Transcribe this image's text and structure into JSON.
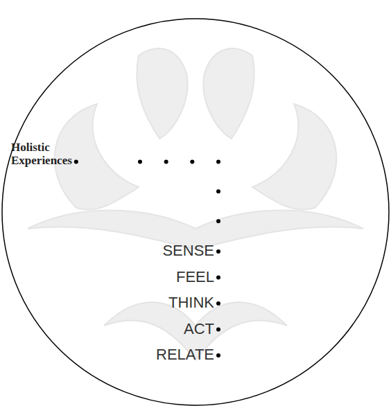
{
  "diagram": {
    "labels": [
      "Holistic Experiences",
      "SENSE",
      "FEEL",
      "THINK",
      "ACT",
      "RELATE"
    ]
  }
}
